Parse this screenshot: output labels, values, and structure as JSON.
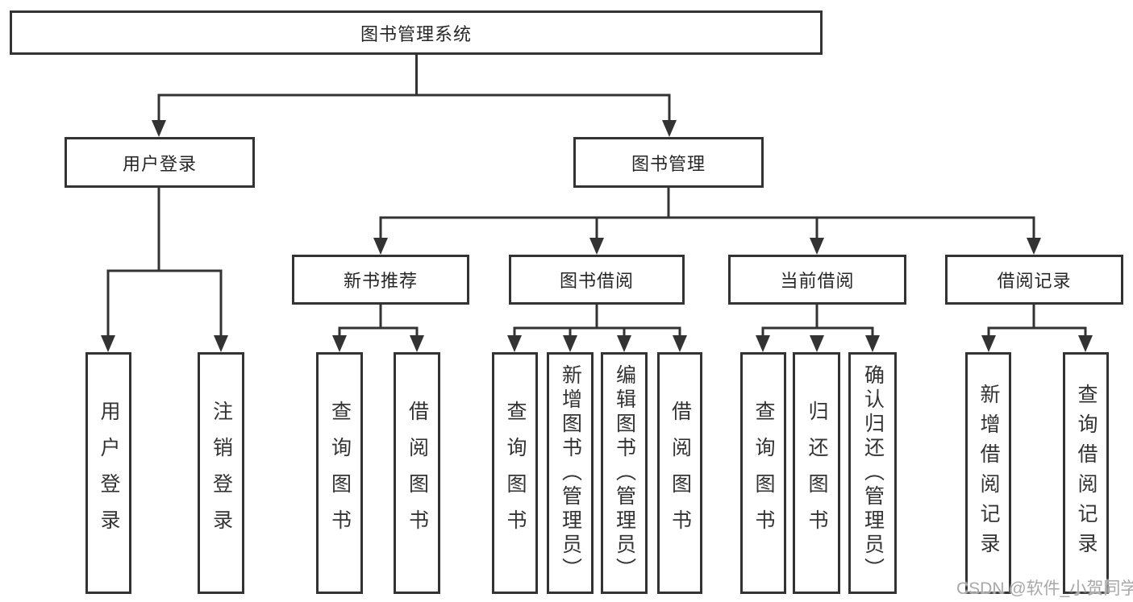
{
  "tree": {
    "root": {
      "label": "图书管理系统"
    },
    "children": [
      {
        "label": "用户登录",
        "children": [
          {
            "label": "用户登录"
          },
          {
            "label": "注销登录"
          }
        ]
      },
      {
        "label": "图书管理",
        "children": [
          {
            "label": "新书推荐",
            "children": [
              {
                "label": "查询图书"
              },
              {
                "label": "借阅图书"
              }
            ]
          },
          {
            "label": "图书借阅",
            "children": [
              {
                "label": "查询图书"
              },
              {
                "label": "新增图书（管理员）"
              },
              {
                "label": "编辑图书（管理员）"
              },
              {
                "label": "借阅图书"
              }
            ]
          },
          {
            "label": "当前借阅",
            "children": [
              {
                "label": "查询图书"
              },
              {
                "label": "归还图书"
              },
              {
                "label": "确认归还（管理员）"
              }
            ]
          },
          {
            "label": "借阅记录",
            "children": [
              {
                "label": "新增借阅记录"
              },
              {
                "label": "查询借阅记录"
              }
            ]
          }
        ]
      }
    ]
  },
  "watermark": {
    "text": "CSDN @软件_小贺同学"
  },
  "colors": {
    "line": "#333333",
    "box_border": "#333333",
    "text": "#262626",
    "watermark": "#a8a8a8",
    "background": "#ffffff"
  }
}
